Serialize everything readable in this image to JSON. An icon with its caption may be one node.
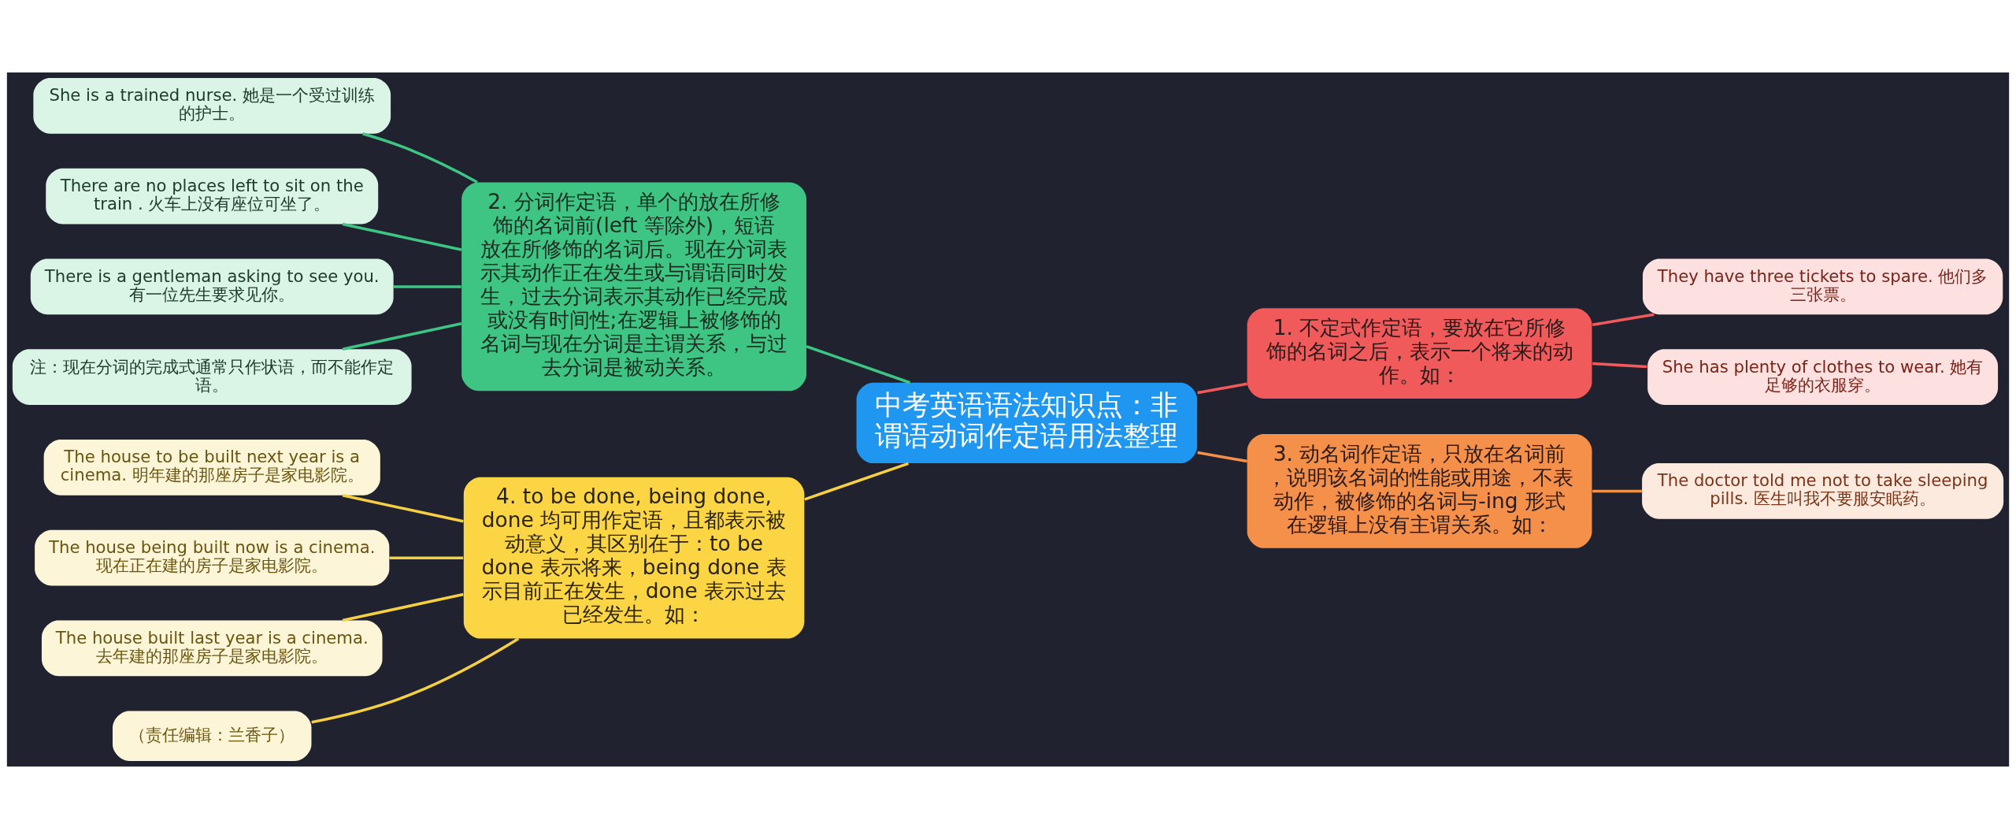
{
  "diagram": {
    "nodes": [
      {
        "text": [
          "中考英语语法知识点：非谓语动词作定语用法整理"
        ]
      },
      {
        "text": [
          "1. 不定式作定语，要放在它所修饰的名词之后，表示一个将来的动作。如："
        ]
      },
      {
        "text": [
          "They have three tickets to spare. 他们多三张票。"
        ]
      },
      {
        "text": [
          "She has plenty of clothes to wear. 她有足够的衣服穿。"
        ]
      },
      {
        "text": [
          "3. 动名词作定语，只放在名词前，说明该名词的性能或用途，不表动作，被修饰的名词与-ing 形式在逻辑上没有主谓关系。如："
        ]
      },
      {
        "text": [
          "The doctor told me not to take sleeping pills. 医生叫我不要服安眠药。"
        ]
      },
      {
        "text": [
          "2. 分词作定语，单个的放在所修饰的名词前(left 等除外)，短语放在所修饰的名词后。现在分词表示其动作正在发生或与谓语同时发生，过去分词表示其动作已经完成或没有时间性;在逻辑上被修饰的名词与现在分词是主谓关系，与过去分词是被动关系。"
        ]
      },
      {
        "text": [
          "She is a trained nurse. 她是一个受过训练的护士。"
        ]
      },
      {
        "text": [
          "There are no places left to sit on the train . 火车上没有座位可坐了。"
        ]
      },
      {
        "text": [
          "There is a gentleman asking to see you. 有一位先生要求见你。"
        ]
      },
      {
        "text": [
          "注：现在分词的完成式通常只作状语，而不能作定语。"
        ]
      },
      {
        "text": [
          "4. to be done, being done, done 均可用作定语，且都表示被动意义，其区别在于：to be done 表示将来，being done 表示目前正在发生，done 表示过去已经发生。如："
        ]
      },
      {
        "text": [
          "The house to be built next year is a cinema. 明年建的那座房子是家电影院。"
        ]
      },
      {
        "text": [
          "The house being built now is a cinema. 现在正在建的房子是家电影院。"
        ]
      },
      {
        "text": [
          "The house built last year is a cinema. 去年建的那座房子是家电影院。"
        ]
      },
      {
        "text": [
          "（责任编辑：兰香子）"
        ]
      }
    ],
    "edges": [
      {
        "from": 0,
        "to": 1,
        "arrow": "none",
        "color": "#f05a5a"
      },
      {
        "from": 1,
        "to": 2,
        "arrow": "none",
        "color": "#f05a5a"
      },
      {
        "from": 1,
        "to": 3,
        "arrow": "none",
        "color": "#f05a5a"
      },
      {
        "from": 0,
        "to": 4,
        "arrow": "none",
        "color": "#f5904a"
      },
      {
        "from": 4,
        "to": 5,
        "arrow": "none",
        "color": "#f5904a"
      },
      {
        "from": 7,
        "to": 6,
        "arrow": "none",
        "color": "#3fc583"
      },
      {
        "from": 8,
        "to": 6,
        "arrow": "none",
        "color": "#3fc583"
      },
      {
        "from": 9,
        "to": 6,
        "arrow": "none",
        "color": "#3fc583"
      },
      {
        "from": 10,
        "to": 6,
        "arrow": "none",
        "color": "#3fc583"
      },
      {
        "from": 6,
        "to": 0,
        "arrow": "none",
        "color": "#3fc583"
      },
      {
        "from": 12,
        "to": 11,
        "arrow": "none",
        "color": "#f5d042"
      },
      {
        "from": 13,
        "to": 11,
        "arrow": "none",
        "color": "#f5d042"
      },
      {
        "from": 14,
        "to": 11,
        "arrow": "none",
        "color": "#f5d042"
      },
      {
        "from": 15,
        "to": 11,
        "arrow": "none",
        "color": "#f5d042"
      },
      {
        "from": 11,
        "to": 0,
        "arrow": "none",
        "color": "#f5d042"
      }
    ]
  }
}
